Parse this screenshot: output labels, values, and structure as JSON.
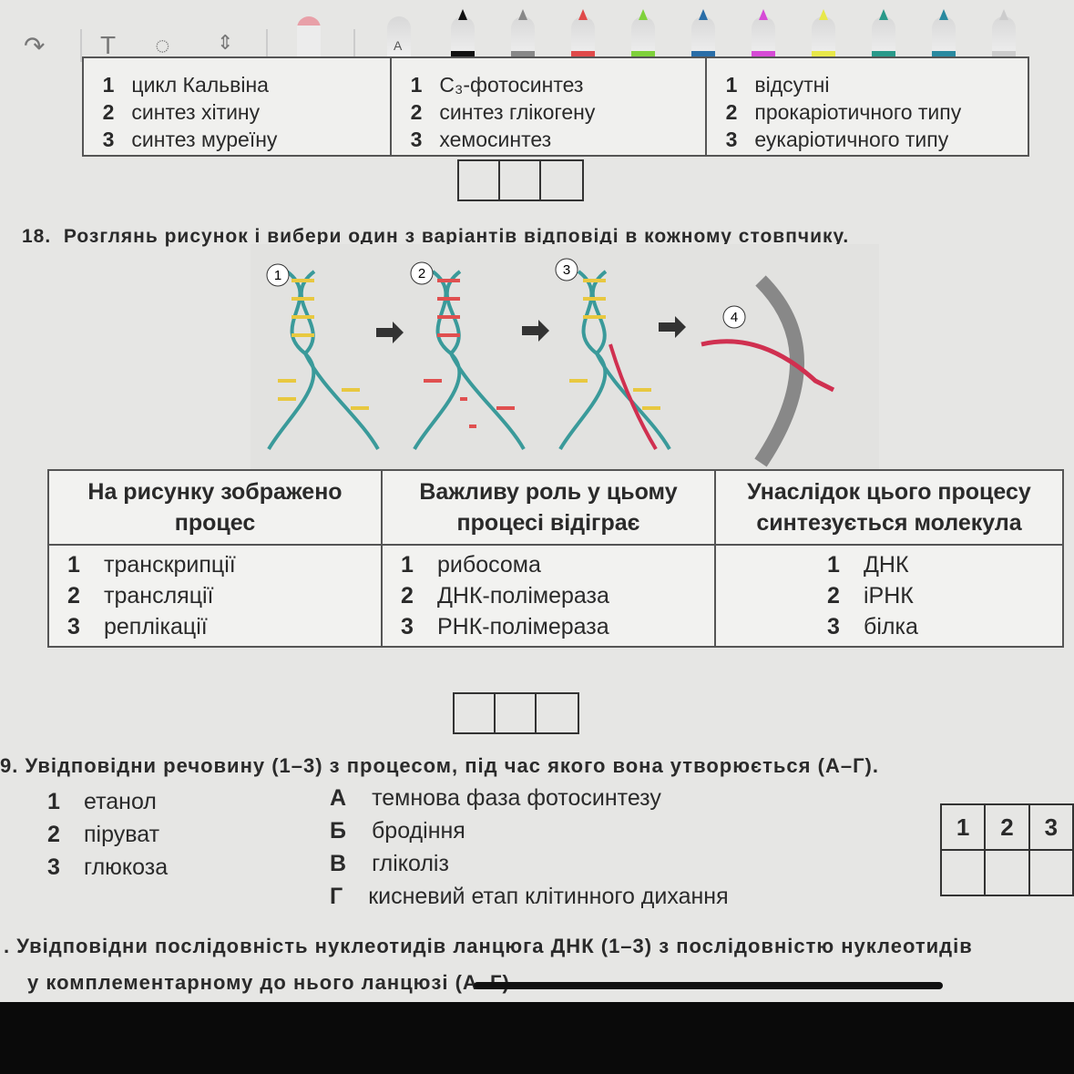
{
  "toolbar": {
    "tools": [
      "redo-icon",
      "text-tool",
      "lasso-tool",
      "spacing-tool",
      "eraser"
    ],
    "text_tool_label": "T",
    "pen_a_label": "A",
    "pen_colors": [
      "#111111",
      "#888888",
      "#e04a4a",
      "#7fd13b",
      "#2a6ea8",
      "#d64bd6",
      "#e8e84a",
      "#2a9a8a",
      "#2a8aa0",
      "#cccccc"
    ]
  },
  "q17": {
    "col1": [
      {
        "n": "1",
        "t": "цикл Кальвіна"
      },
      {
        "n": "2",
        "t": "синтез хітину"
      },
      {
        "n": "3",
        "t": "синтез муреїну"
      }
    ],
    "col2": [
      {
        "n": "1",
        "t": "C₃-фотосинтез"
      },
      {
        "n": "2",
        "t": "синтез глікогену"
      },
      {
        "n": "3",
        "t": "хемосинтез"
      }
    ],
    "col3": [
      {
        "n": "1",
        "t": "відсутні"
      },
      {
        "n": "2",
        "t": "прокаріотичного типу"
      },
      {
        "n": "3",
        "t": "еукаріотичного типу"
      }
    ]
  },
  "q18": {
    "number": "18.",
    "text": "Розглянь рисунок і вибери один з варіантів відповіді в кожному стовпчику.",
    "figure_labels": [
      "1",
      "2",
      "3",
      "4"
    ],
    "headers": [
      "На рисунку зображено процес",
      "Важливу роль у цьому процесі відіграє",
      "Унаслідок цього процесу синтезується молекула"
    ],
    "col1": [
      {
        "n": "1",
        "t": "транскрипції"
      },
      {
        "n": "2",
        "t": "трансляції"
      },
      {
        "n": "3",
        "t": "реплікації"
      }
    ],
    "col2": [
      {
        "n": "1",
        "t": "рибосома"
      },
      {
        "n": "2",
        "t": "ДНК-полімераза"
      },
      {
        "n": "3",
        "t": "РНК-полімераза"
      }
    ],
    "col3": [
      {
        "n": "1",
        "t": "ДНК"
      },
      {
        "n": "2",
        "t": "іРНК"
      },
      {
        "n": "3",
        "t": "білка"
      }
    ]
  },
  "q19": {
    "number": "9.",
    "text": "Увідповідни речовину (1–3) з процесом, під час якого вона утворюється (А–Г).",
    "items": [
      {
        "n": "1",
        "t": "етанол"
      },
      {
        "n": "2",
        "t": "піруват"
      },
      {
        "n": "3",
        "t": "глюкоза"
      }
    ],
    "options": [
      {
        "l": "А",
        "t": "темнова фаза фотосинтезу"
      },
      {
        "l": "Б",
        "t": "бродіння"
      },
      {
        "l": "В",
        "t": "гліколіз"
      },
      {
        "l": "Г",
        "t": "кисневий етап клітинного дихання"
      }
    ],
    "grid_headers": [
      "1",
      "2",
      "3"
    ]
  },
  "q20": {
    "number": ".",
    "line1": "Увідповідни послідовність нуклеотидів ланцюга ДНК (1–3) з послідовністю нуклеотидів",
    "line2": "у комплементарному до нього ланцюзі (А–Г)"
  }
}
